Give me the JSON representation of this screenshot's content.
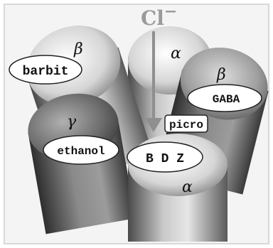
{
  "ion": {
    "symbol": "Cl",
    "charge": "−"
  },
  "subunits": [
    {
      "id": "beta-left",
      "greek": "β"
    },
    {
      "id": "alpha-back",
      "greek": "α"
    },
    {
      "id": "beta-right",
      "greek": "β"
    },
    {
      "id": "gamma",
      "greek": "γ"
    },
    {
      "id": "alpha-front",
      "greek": "α"
    }
  ],
  "sites": {
    "barbit": "barbit",
    "gaba": "GABA",
    "picro": "picro",
    "ethanol": "ethanol",
    "bdz": "B D Z"
  },
  "colors": {
    "subunit_light": "#f2f2f2",
    "subunit_mid": "#9a9a9a",
    "subunit_dark": "#3a3a3a",
    "arrow": "#8f8f8f",
    "frame": "#d8d8d8"
  }
}
